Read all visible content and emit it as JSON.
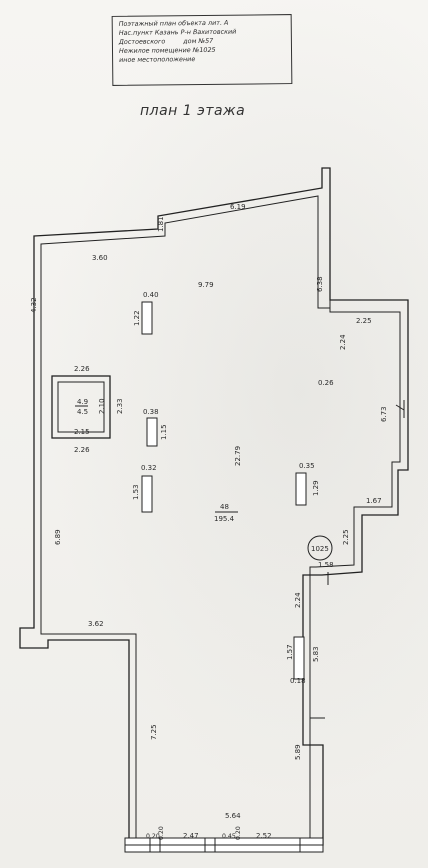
{
  "stamp": {
    "line1": "Поэтажный план объекта лит. А",
    "line2": "Нас.пункт Казань Р-н Вахитовский",
    "line3a": "Достоевского",
    "line3b": "дом №57",
    "line4": "Нежилое помещение №1025",
    "line5": "иное местоположение"
  },
  "title": "план 1 этажа",
  "room_label": "1025",
  "dimensions": {
    "top_619": "6.19",
    "d_181": "1.81",
    "d_360": "3.60",
    "d_979": "9.79",
    "d_638": "6.38",
    "d_432": "4.32",
    "d_040": "0.40",
    "d_122": "1.22",
    "d_225a": "2.25",
    "d_224a": "2.24",
    "d_026": "0.26",
    "d_226a": "2.26",
    "d_49": "4.9",
    "d_45": "4.5",
    "d_210": "2.10",
    "d_233": "2.33",
    "d_215": "2.15",
    "d_226b": "2.26",
    "d_038": "0.38",
    "d_115": "1.15",
    "d_2279": "22.79",
    "d_673": "6.73",
    "d_032": "0.32",
    "d_153": "1.53",
    "d_035": "0.35",
    "d_129": "1.29",
    "d_48": "48",
    "d_1954": "195.4",
    "d_167": "1.67",
    "d_689": "6.89",
    "d_225b": "2.25",
    "d_158": "1.58",
    "d_362": "3.62",
    "d_224b": "2.24",
    "d_157": "1.57",
    "d_583": "5.83",
    "d_018": "0.18",
    "d_725": "7.25",
    "d_589": "5.89",
    "d_564": "5.64",
    "d_020a": "0.20",
    "d_020b": "0.20",
    "d_247": "2.47",
    "d_045": "0.45",
    "d_020c": "0.20",
    "d_252": "2.52"
  }
}
